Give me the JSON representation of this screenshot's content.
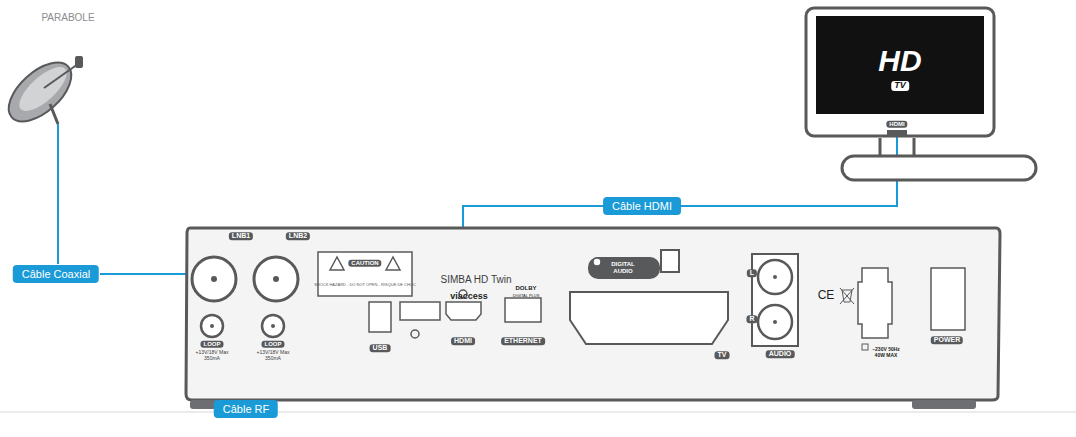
{
  "diagram": {
    "nodes": [
      {
        "text": [
          "Câble Coaxial"
        ]
      },
      {
        "text": [
          "Câble HDMI"
        ]
      },
      {
        "text": [
          "Câble RF"
        ]
      }
    ],
    "labels": [
      "PARABOLE",
      "HD",
      "TV",
      "HDMI",
      "LNB1",
      "LNB2",
      "CAUTION",
      "SHOCK HAZARD - DO NOT OPEN - RISQUE DE CHOC",
      "SIMBA HD Twin",
      "viaccess",
      "DOLBY",
      "DIGITAL PLUS",
      "DIGITAL AUDIO",
      "LOOP",
      "+13V/18V Max 350mA",
      "LOOP",
      "+13V/18V Max 350mA",
      "USB",
      "HDMI",
      "ETHERNET",
      "TV",
      "L",
      "R",
      "AUDIO",
      "CE",
      "~230V 50Hz 40W MAX",
      "POWER"
    ]
  }
}
